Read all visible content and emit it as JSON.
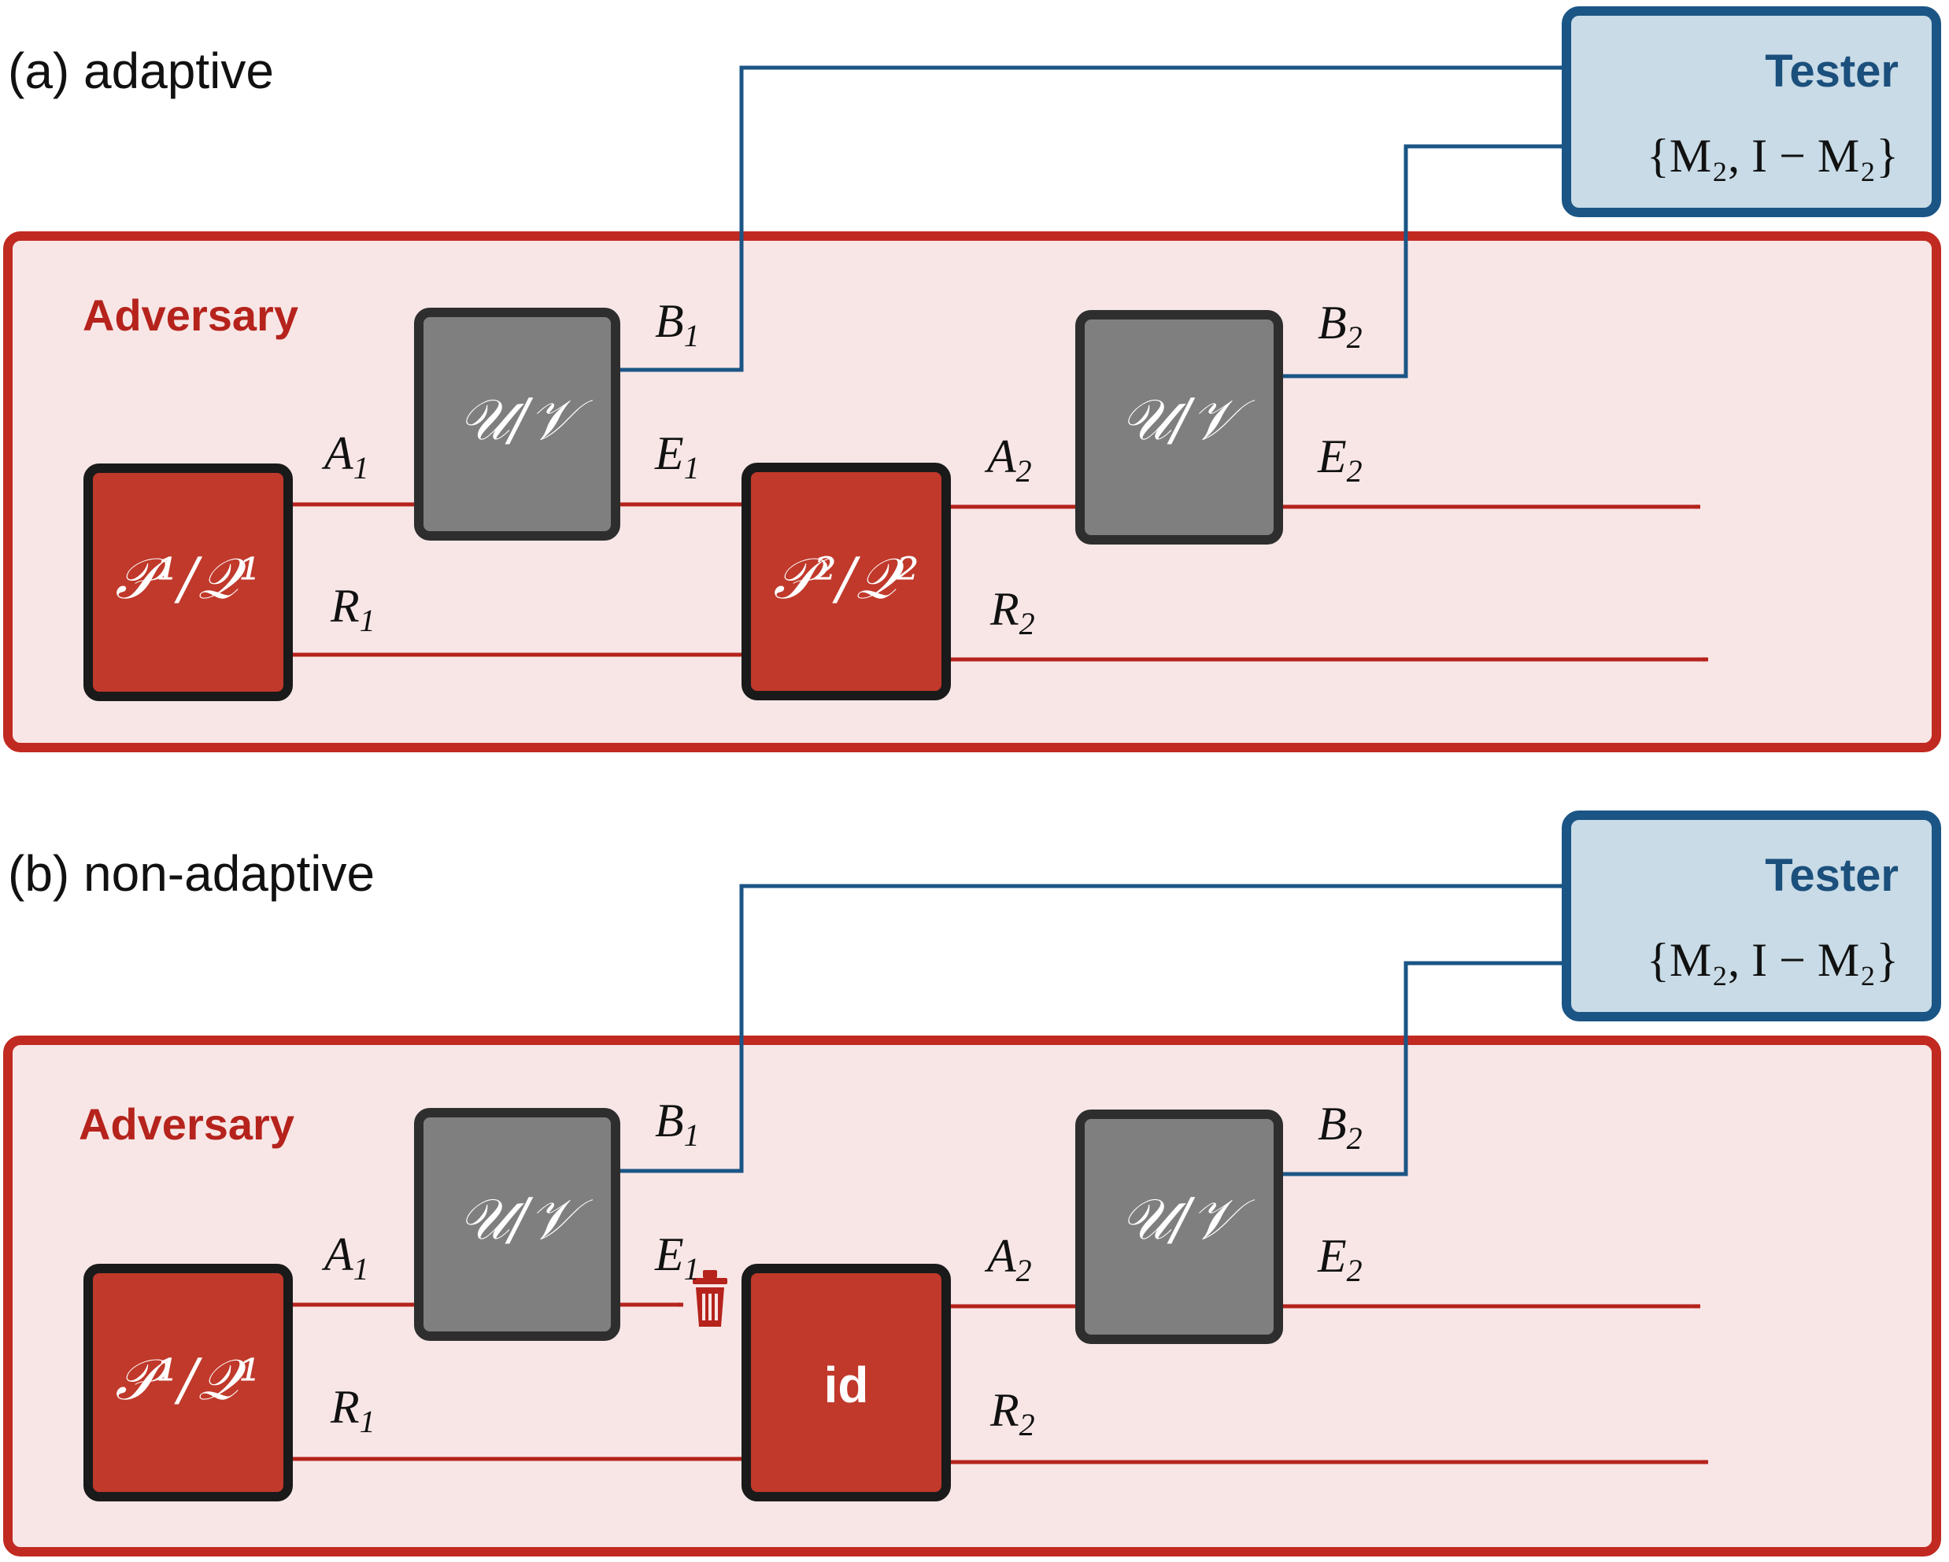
{
  "colors": {
    "adversary_fill": "#f8e6e6",
    "adversary_border": "#c12a21",
    "red_box": "#c0392b",
    "gray_box": "#7f7f7f",
    "box_border": "#1a1a1a",
    "tester_fill": "#c8dbe6",
    "tester_border": "#1b5586",
    "blue_wire": "#1b5586",
    "red_wire": "#b5231c"
  },
  "panels": [
    {
      "caption": "(a) adaptive",
      "adversary_label": "Adversary",
      "tester": {
        "title": "Tester",
        "measurement": "{M₂, I − M₂}"
      },
      "box_prep1": "𝒫¹/𝒬¹",
      "box_unitary1": "𝒰/𝒱",
      "box_middle": "𝒫²/𝒬²",
      "box_unitary2": "𝒰/𝒱",
      "wire_labels": {
        "A1": {
          "main": "A",
          "sub": "1"
        },
        "R1": {
          "main": "R",
          "sub": "1"
        },
        "B1": {
          "main": "B",
          "sub": "1"
        },
        "E1": {
          "main": "E",
          "sub": "1"
        },
        "A2": {
          "main": "A",
          "sub": "2"
        },
        "R2": {
          "main": "R",
          "sub": "2"
        },
        "B2": {
          "main": "B",
          "sub": "2"
        },
        "E2": {
          "main": "E",
          "sub": "2"
        }
      },
      "discard_icon": false
    },
    {
      "caption": "(b) non-adaptive",
      "adversary_label": "Adversary",
      "tester": {
        "title": "Tester",
        "measurement": "{M₂, I − M₂}"
      },
      "box_prep1": "𝒫¹/𝒬¹",
      "box_unitary1": "𝒰/𝒱",
      "box_middle": "id",
      "box_unitary2": "𝒰/𝒱",
      "wire_labels": {
        "A1": {
          "main": "A",
          "sub": "1"
        },
        "R1": {
          "main": "R",
          "sub": "1"
        },
        "B1": {
          "main": "B",
          "sub": "1"
        },
        "E1": {
          "main": "E",
          "sub": "1"
        },
        "A2": {
          "main": "A",
          "sub": "2"
        },
        "R2": {
          "main": "R",
          "sub": "2"
        },
        "B2": {
          "main": "B",
          "sub": "2"
        },
        "E2": {
          "main": "E",
          "sub": "2"
        }
      },
      "discard_icon": true
    }
  ]
}
